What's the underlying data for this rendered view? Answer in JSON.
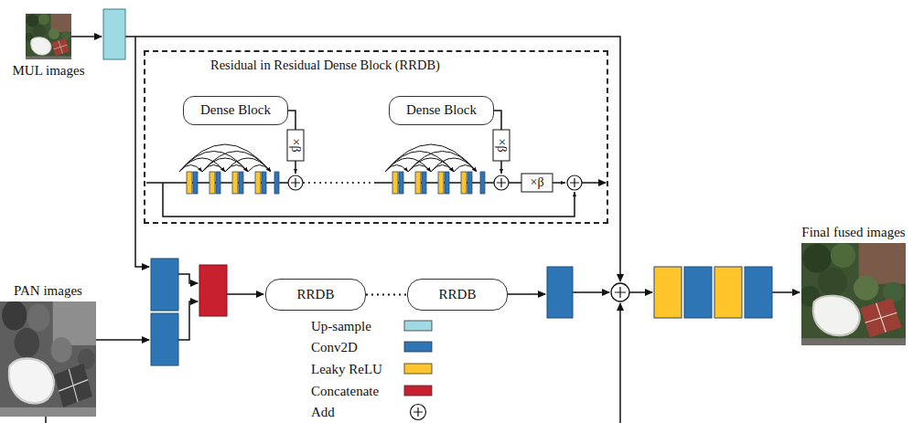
{
  "diagram": {
    "nodes": [
      {
        "text": [
          "MUL images"
        ]
      },
      {
        "text": [
          "Residual in Residual Dense Block (RRDB)"
        ]
      },
      {
        "text": [
          "Dense Block"
        ],
        "in": 1
      },
      {
        "text": [
          "Dense Block"
        ],
        "in": 1
      },
      {
        "text": [
          "PAN images"
        ]
      },
      {
        "text": [
          "RRDB"
        ]
      },
      {
        "text": [
          "RRDB"
        ]
      },
      {
        "text": [
          "Final fused images"
        ]
      }
    ],
    "edges": [
      {
        "from": 5,
        "to": 6,
        "arrow": "none"
      }
    ],
    "labels": [
      "×β",
      "×β",
      "×β"
    ],
    "legend": [
      {
        "text": "Up-sample",
        "color": "#9fd9e4"
      },
      {
        "text": "Conv2D",
        "color": "#2e75b6"
      },
      {
        "text": "Leaky ReLU",
        "color": "#ffc52b"
      },
      {
        "text": "Concatenate",
        "color": "#c8202f"
      },
      {
        "text": "Add"
      }
    ]
  }
}
